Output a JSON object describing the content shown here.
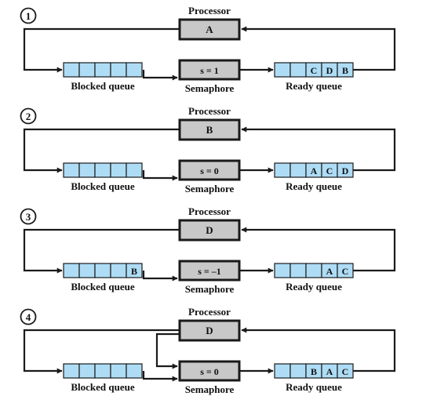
{
  "colors": {
    "box_fill": "#c8c8c8",
    "queue_fill": "#aedcf5",
    "line": "#1a1a1a"
  },
  "labels": {
    "processor": "Processor",
    "semaphore": "Semaphore",
    "blocked_queue": "Blocked queue",
    "ready_queue": "Ready queue"
  },
  "steps": [
    {
      "number": "1",
      "processor": "A",
      "semaphore": "s = 1",
      "blocked": [
        "",
        "",
        "",
        "",
        ""
      ],
      "ready": [
        "",
        "",
        "C",
        "D",
        "B"
      ],
      "processor_to_semaphore": false
    },
    {
      "number": "2",
      "processor": "B",
      "semaphore": "s = 0",
      "blocked": [
        "",
        "",
        "",
        "",
        ""
      ],
      "ready": [
        "",
        "",
        "A",
        "C",
        "D"
      ],
      "processor_to_semaphore": false
    },
    {
      "number": "3",
      "processor": "D",
      "semaphore": "s = –1",
      "blocked": [
        "",
        "",
        "",
        "",
        "B"
      ],
      "ready": [
        "",
        "",
        "",
        "A",
        "C"
      ],
      "processor_to_semaphore": false
    },
    {
      "number": "4",
      "processor": "D",
      "semaphore": "s = 0",
      "blocked": [
        "",
        "",
        "",
        "",
        ""
      ],
      "ready": [
        "",
        "",
        "B",
        "A",
        "C"
      ],
      "processor_to_semaphore": true
    }
  ]
}
